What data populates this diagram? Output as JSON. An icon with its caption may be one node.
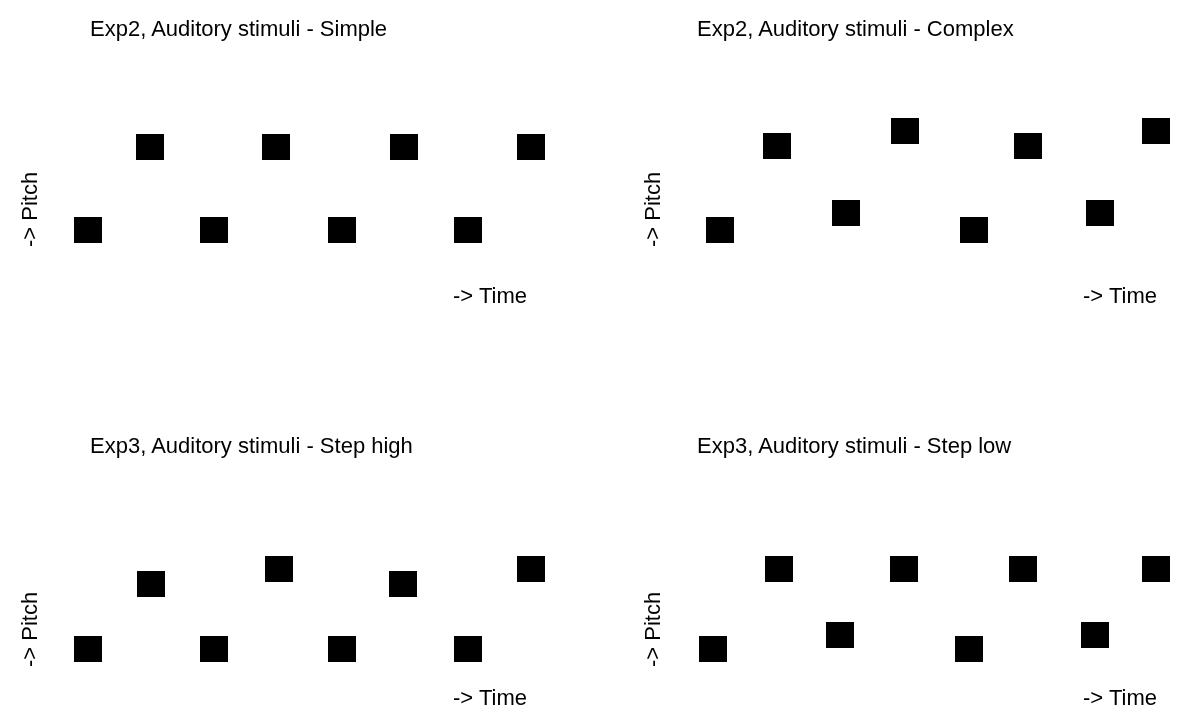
{
  "diagram": {
    "labels": [
      "Exp2, Auditory stimuli - Simple",
      "Exp2, Auditory stimuli - Complex",
      "-> Pitch",
      "-> Pitch",
      "-> Time",
      "-> Time",
      "Exp3, Auditory stimuli - Step high",
      "Exp3, Auditory stimuli - Step low",
      "-> Pitch",
      "-> Pitch",
      "-> Time",
      "-> Time"
    ]
  }
}
